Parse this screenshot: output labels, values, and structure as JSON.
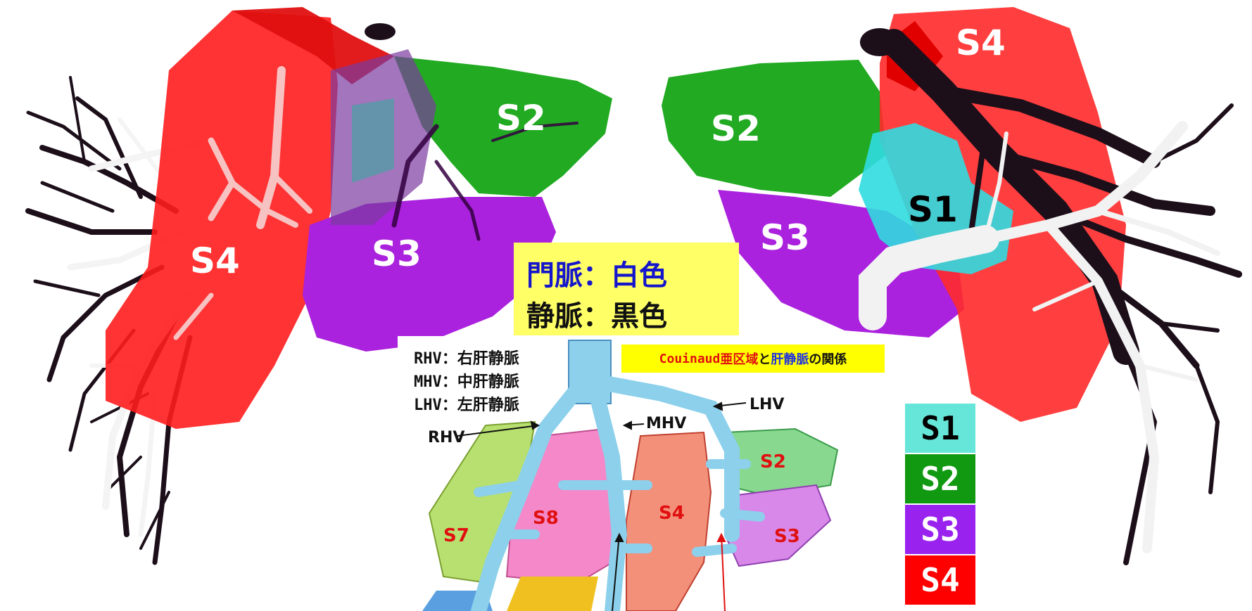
{
  "colors": {
    "s1": "#55e0d8",
    "s2": "#119911",
    "s3": "#9a22dd",
    "s4": "#ff0000",
    "portal_vein": "#ffffff",
    "hepatic_vein": "#1c0f1a",
    "legend_bg": "#ffff66",
    "title_bg": "#ffff00"
  },
  "left_model": {
    "labels": {
      "s4": "S4",
      "s3": "S3",
      "s2": "S2"
    }
  },
  "right_model": {
    "labels": {
      "s4": "S4",
      "s2": "S2",
      "s3": "S3",
      "s1": "S1"
    }
  },
  "vessel_legend": {
    "portal": {
      "name": "門脈",
      "sep": "：",
      "value": "白色"
    },
    "hepatic": {
      "name": "静脈",
      "sep": "：",
      "value": "黒色"
    }
  },
  "sketch": {
    "title": {
      "part1": "Couinaud ",
      "part2": "亜区域",
      "part3": "と",
      "part4": "肝静脈",
      "part5": "の関係"
    },
    "abbreviations": [
      "RHV：右肝静脈",
      "MHV：中肝静脈",
      "LHV：左肝静脈"
    ],
    "vein_labels": {
      "rhv": "RHV",
      "mhv": "MHV",
      "lhv": "LHV"
    },
    "segment_labels": {
      "s2": "S2",
      "s3": "S3",
      "s4": "S4",
      "s7": "S7",
      "s8": "S8"
    }
  },
  "segment_key": [
    {
      "label": "S1",
      "bg": "#66e6d8",
      "fg": "#000000"
    },
    {
      "label": "S2",
      "bg": "#119911",
      "fg": "#ffffff"
    },
    {
      "label": "S3",
      "bg": "#9a22ee",
      "fg": "#ffffff"
    },
    {
      "label": "S4",
      "bg": "#ff0000",
      "fg": "#ffffff"
    }
  ]
}
